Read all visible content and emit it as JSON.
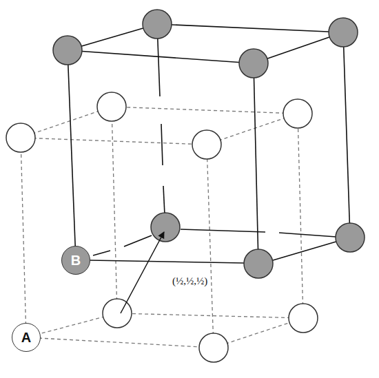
{
  "diagram": {
    "nodes": [
      {
        "text": [
          "A"
        ]
      },
      {
        "text": [
          "B"
        ]
      }
    ],
    "labels": [
      "(½,½,½)"
    ]
  }
}
